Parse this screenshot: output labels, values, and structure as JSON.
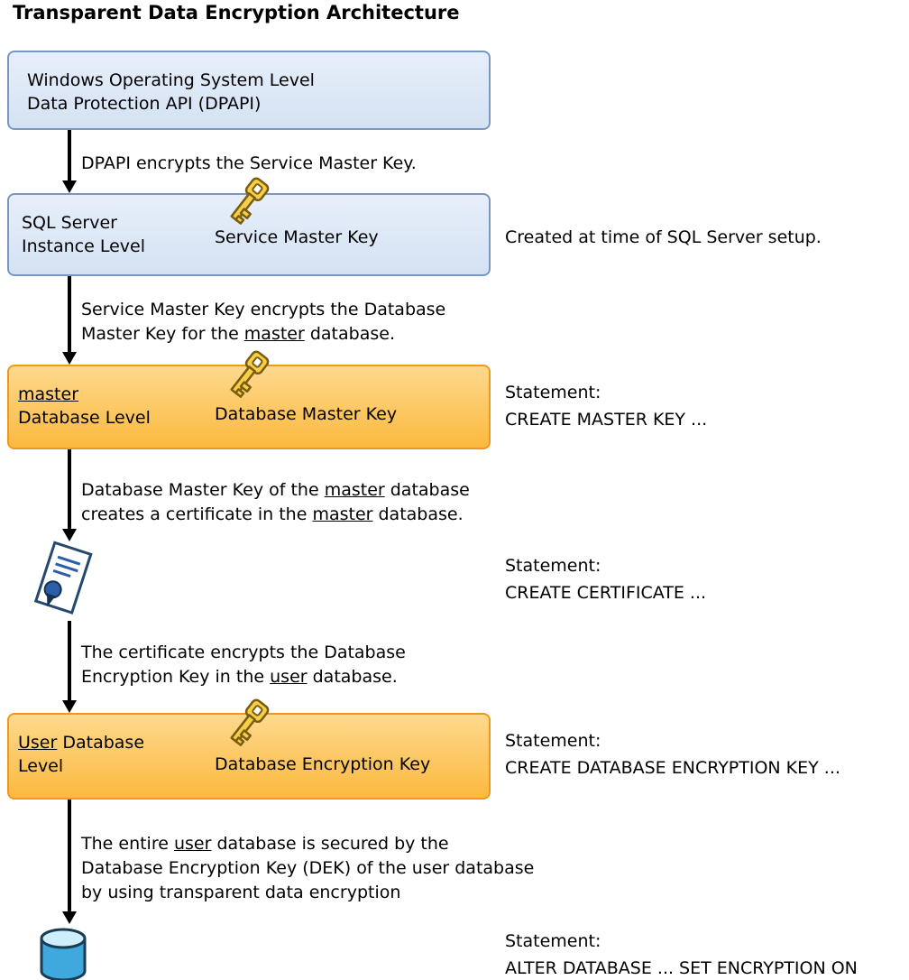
{
  "title": "Transparent Data Encryption Architecture",
  "colors": {
    "blue_box_fill_top": "#e7effa",
    "blue_box_fill_bottom": "#d4e2f3",
    "blue_box_border": "#7897c2",
    "orange_box_fill_top": "#fdd98d",
    "orange_box_fill_bottom": "#fcb93f",
    "orange_box_border": "#ef981f",
    "arrow": "#000000",
    "key_gold": "#f5cf45",
    "key_outline": "#7a5c10",
    "certificate_navy": "#24486e",
    "database_blue": "#3fa8dc"
  },
  "icons": {
    "key": "key-icon",
    "certificate": "certificate-icon",
    "database": "database-cylinder-icon"
  },
  "boxes": {
    "dpapi": {
      "line1": "Windows Operating System Level",
      "line2": "Data Protection API (DPAPI)"
    },
    "instance": {
      "line1": "SQL Server",
      "line2": "Instance Level",
      "key_label": "Service Master Key"
    },
    "master": {
      "line1_underlined": "master",
      "line2": "Database Level",
      "key_label": "Database Master Key"
    },
    "user": {
      "line1_underlined": "User",
      "line1_rest": " Database",
      "line2": "Level",
      "key_label": "Database Encryption Key"
    }
  },
  "edges": {
    "e1": {
      "text": "DPAPI encrypts the Service Master Key."
    },
    "e2": {
      "p1": "Service Master Key encrypts the Database\nMaster Key for the ",
      "u1": "master",
      "p2": " database."
    },
    "e3": {
      "p1": "Database Master Key of the ",
      "u1": "master",
      "p2": " database\ncreates a certificate in the ",
      "u2": "master",
      "p3": " database."
    },
    "e4": {
      "p1": "The certificate encrypts the Database\nEncryption Key in the ",
      "u1": "user",
      "p2": " database."
    },
    "e5": {
      "p1": "The entire ",
      "u1": "user",
      "p2": " database is secured by the\nDatabase Encryption Key (DEK) of the user database\nby using transparent data encryption"
    }
  },
  "notes": {
    "setup": "Created at time of SQL Server setup.",
    "master_key": {
      "label": "Statement:",
      "code": "CREATE MASTER KEY ..."
    },
    "certificate": {
      "label": "Statement:",
      "code": "CREATE CERTIFICATE ..."
    },
    "dek": {
      "label": "Statement:",
      "code": "CREATE DATABASE ENCRYPTION KEY ..."
    },
    "alter_db": {
      "label": "Statement:",
      "code": "ALTER DATABASE ... SET ENCRYPTION ON"
    }
  }
}
